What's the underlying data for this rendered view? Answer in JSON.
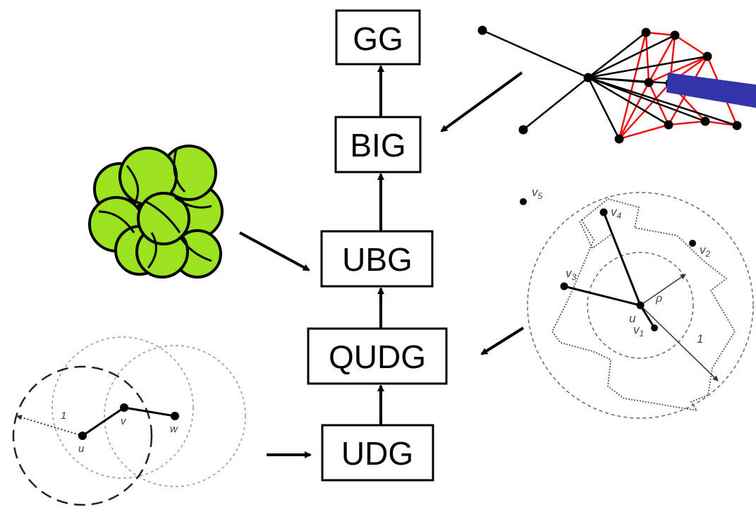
{
  "hierarchy": {
    "gg": "GG",
    "big": "BIG",
    "ubg": "UBG",
    "qudg": "QUDG",
    "udg": "UDG"
  },
  "udg_example": {
    "radius_label": "1",
    "node_u": "u",
    "node_v": "v",
    "node_w": "w"
  },
  "qudg_example": {
    "v5": "v",
    "v5_sub": "5",
    "v4": "v",
    "v4_sub": "4",
    "v2": "v",
    "v2_sub": "2",
    "v3": "v",
    "v3_sub": "3",
    "u": "u",
    "v1": "v",
    "v1_sub": "1",
    "rho": "ρ",
    "outer_radius": "1"
  },
  "colors": {
    "box_stroke": "#000000",
    "red_edges": "#ee1111",
    "ball_fill": "#9be21f",
    "ball_stroke": "#000000",
    "blue_bar": "#3333aa",
    "dashed": "#888888"
  }
}
